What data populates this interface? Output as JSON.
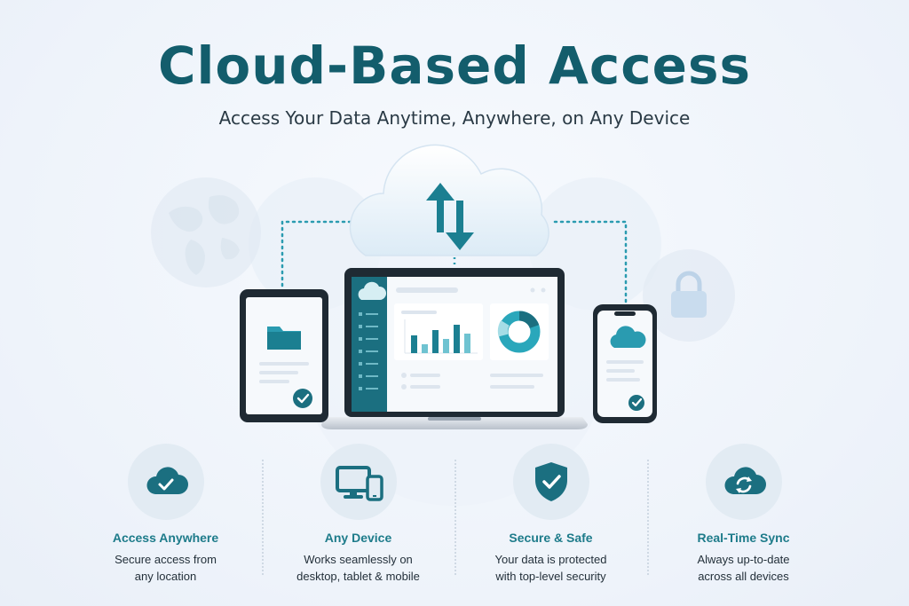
{
  "header": {
    "title": "Cloud-Based Access",
    "subtitle": "Access Your Data Anytime, Anywhere, on Any Device"
  },
  "illustration": {
    "icons": [
      "globe-icon",
      "cloud-icon",
      "sync-arrows-icon",
      "lock-icon",
      "folder-icon",
      "check-icon"
    ],
    "colors": {
      "primary": "#135d6c",
      "accent": "#2a9bb0",
      "soft": "#e2ebf3"
    }
  },
  "features": [
    {
      "title": "Access Anywhere",
      "desc1": "Secure access from",
      "desc2": "any location",
      "icon": "cloud-check-icon"
    },
    {
      "title": "Any Device",
      "desc1": "Works seamlessly on",
      "desc2": "desktop, tablet & mobile",
      "icon": "devices-icon"
    },
    {
      "title": "Secure & Safe",
      "desc1": "Your data is protected",
      "desc2": "with top-level security",
      "icon": "shield-check-icon"
    },
    {
      "title": "Real-Time Sync",
      "desc1": "Always up-to-date",
      "desc2": "across all devices",
      "icon": "cloud-sync-icon"
    }
  ]
}
